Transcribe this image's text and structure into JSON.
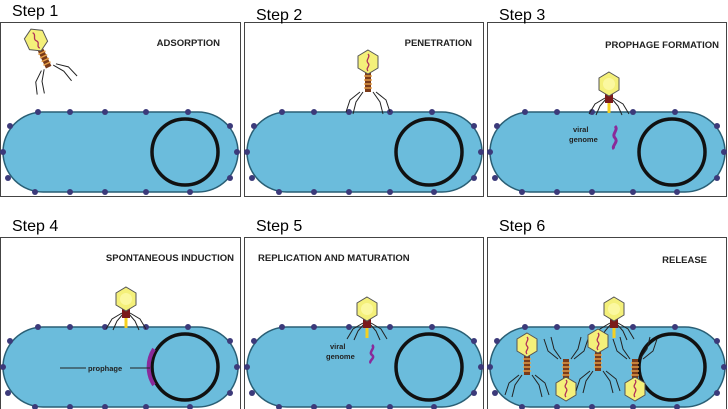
{
  "panels": [
    {
      "step": "Step 1",
      "title": "ADSORPTION"
    },
    {
      "step": "Step 2",
      "title": "PENETRATION"
    },
    {
      "step": "Step 3",
      "title": "PROPHAGE FORMATION"
    },
    {
      "step": "Step 4",
      "title": "SPONTANEOUS INDUCTION"
    },
    {
      "step": "Step 5",
      "title": "REPLICATION AND MATURATION"
    },
    {
      "step": "Step 6",
      "title": "RELEASE"
    }
  ],
  "labels": {
    "viral": "viral",
    "genome": "genome",
    "prophage": "prophage"
  },
  "colors": {
    "cell": "#6bbcdc",
    "head": "#f4f07a",
    "genome": "#8a2a9a",
    "tail": "#7a3b1a",
    "dots": "#3c3a7a"
  }
}
